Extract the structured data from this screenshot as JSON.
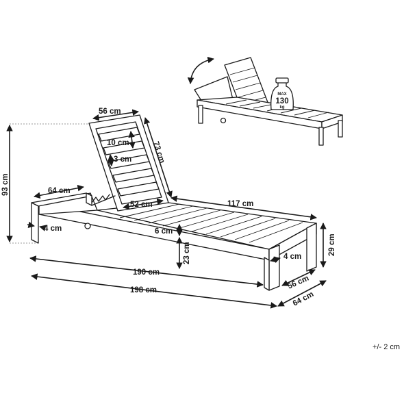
{
  "dimensions": {
    "backrest_width": "56 cm",
    "slat_pitch": "10 cm",
    "slat_gap": "3 cm",
    "backrest_length": "73 cm",
    "backrest_inner_width": "52 cm",
    "armrest_length": "64 cm",
    "frame_thickness": "4 cm",
    "seat_length": "117 cm",
    "frame_depth": "6 cm",
    "total_height": "93 cm",
    "seat_height": "23 cm",
    "leg_height": "29 cm",
    "leg_thickness": "4 cm",
    "inner_width": "56 cm",
    "bed_length": "190 cm",
    "total_length": "198 cm",
    "total_width": "64 cm"
  },
  "max_load": {
    "label": "MAX",
    "value": "130",
    "unit": "kg"
  },
  "tolerance": "+/- 2 cm",
  "icons": {
    "rotate": "curved-double-arrow-icon",
    "weight": "weight-icon"
  }
}
